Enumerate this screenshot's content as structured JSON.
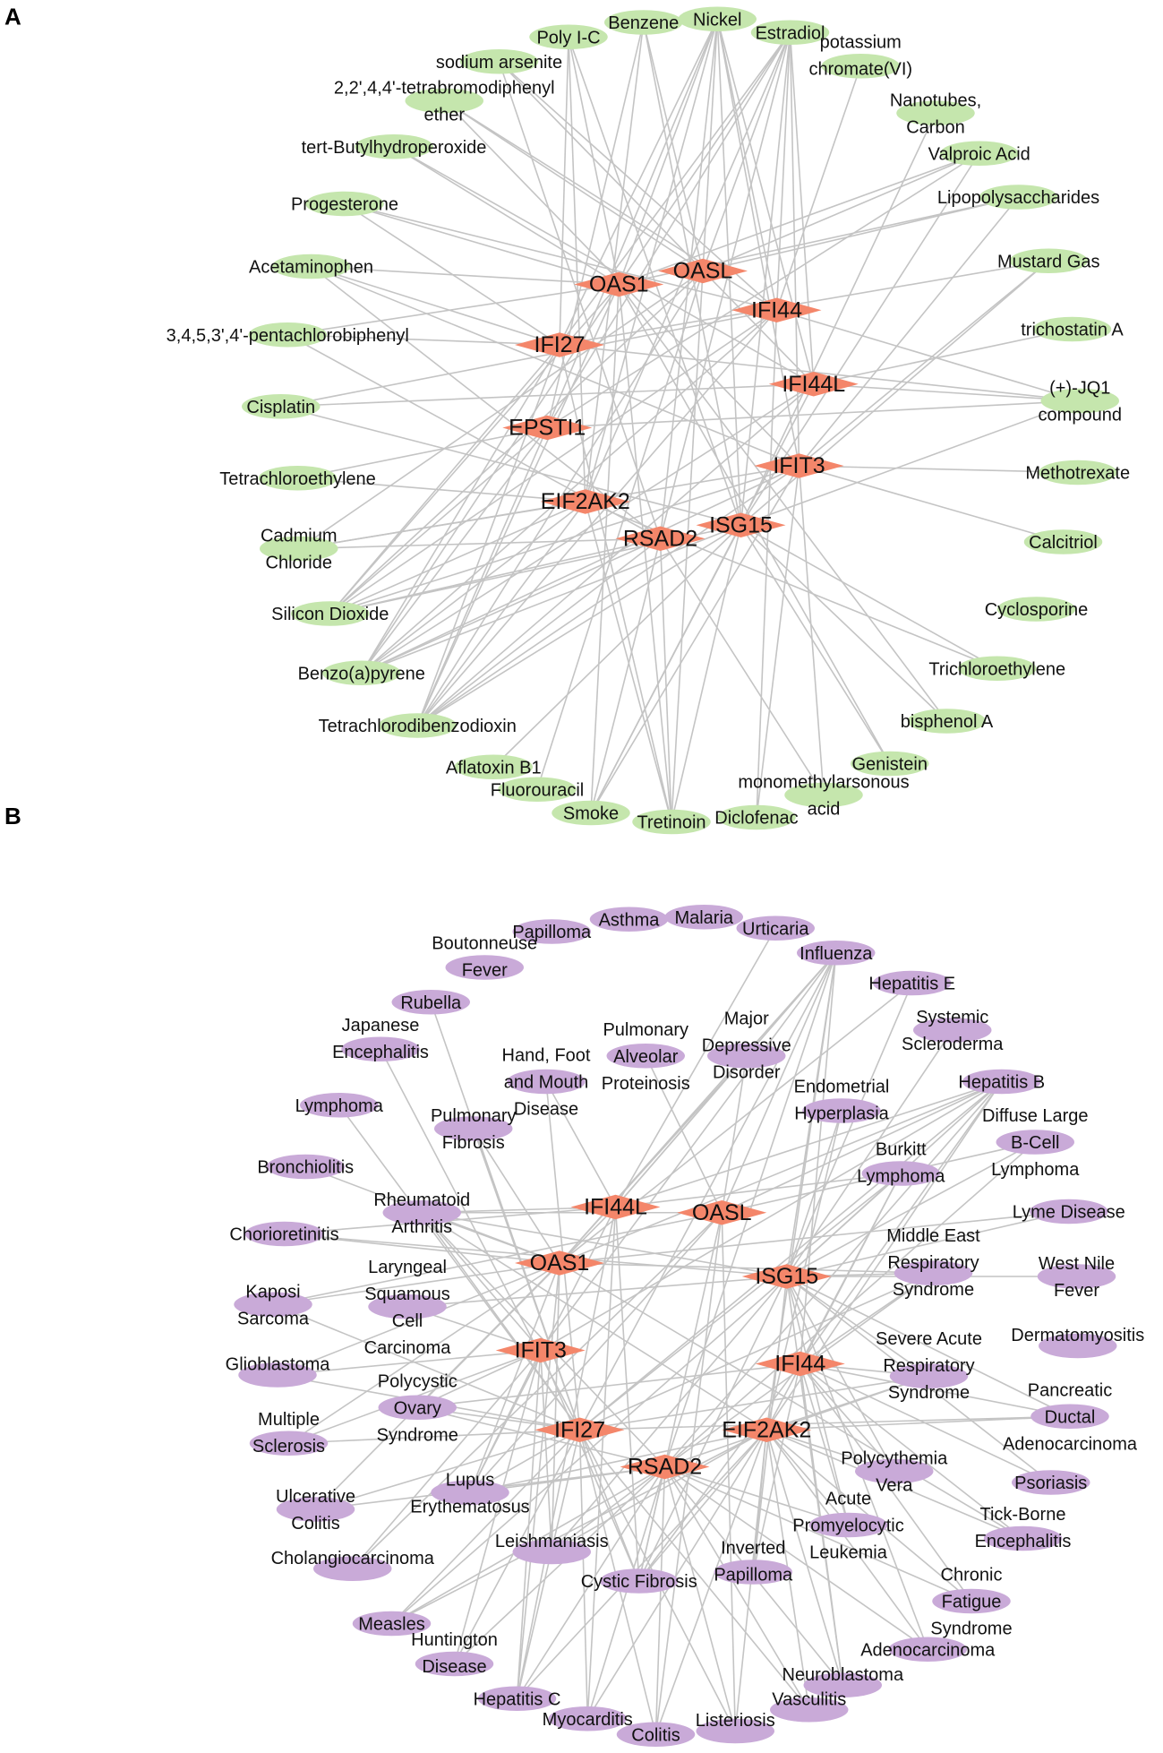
{
  "panels": [
    {
      "id": "A",
      "label": "A",
      "colors": {
        "hub": "#f4866a",
        "peripheral": "#c5e6ad",
        "edge": "#c4c4c4"
      },
      "hubs": [
        "OAS1",
        "OASL",
        "IFI44",
        "IFI27",
        "IFI44L",
        "EPSTI1",
        "IFIT3",
        "EIF2AK2",
        "ISG15",
        "RSAD2"
      ],
      "peripherals": [
        {
          "key": "poly",
          "text": [
            "Poly I-C"
          ]
        },
        {
          "key": "benzene",
          "text": [
            "Benzene"
          ]
        },
        {
          "key": "nickel",
          "text": [
            "Nickel"
          ]
        },
        {
          "key": "estradiol",
          "text": [
            "Estradiol"
          ]
        },
        {
          "key": "arsenite",
          "text": [
            "sodium arsenite"
          ]
        },
        {
          "key": "tbde",
          "text": [
            "2,2',4,4'-tetrabromodiphenyl",
            "ether"
          ]
        },
        {
          "key": "chromate",
          "text": [
            "potassium",
            "chromate(VI)"
          ]
        },
        {
          "key": "nanotubes",
          "text": [
            "Nanotubes,",
            "Carbon"
          ]
        },
        {
          "key": "tbhp",
          "text": [
            "tert-Butylhydroperoxide"
          ]
        },
        {
          "key": "valproic",
          "text": [
            "Valproic Acid"
          ]
        },
        {
          "key": "progesterone",
          "text": [
            "Progesterone"
          ]
        },
        {
          "key": "lps",
          "text": [
            "Lipopolysaccharides"
          ]
        },
        {
          "key": "mustard",
          "text": [
            "Mustard Gas"
          ]
        },
        {
          "key": "acetaminophen",
          "text": [
            "Acetaminophen"
          ]
        },
        {
          "key": "pcb",
          "text": [
            "3,4,5,3',4'-pentachlorobiphenyl"
          ]
        },
        {
          "key": "tsa",
          "text": [
            "trichostatin A"
          ]
        },
        {
          "key": "jq1",
          "text": [
            "(+)-JQ1",
            "compound"
          ]
        },
        {
          "key": "cisplatin",
          "text": [
            "Cisplatin"
          ]
        },
        {
          "key": "tetrachloroethylene",
          "text": [
            "Tetrachloroethylene"
          ]
        },
        {
          "key": "methotrexate",
          "text": [
            "Methotrexate"
          ]
        },
        {
          "key": "cadmium",
          "text": [
            "Cadmium",
            "Chloride"
          ]
        },
        {
          "key": "calcitriol",
          "text": [
            "Calcitriol"
          ]
        },
        {
          "key": "silicon",
          "text": [
            "Silicon Dioxide"
          ]
        },
        {
          "key": "cyclosporine",
          "text": [
            "Cyclosporine"
          ]
        },
        {
          "key": "benzopyrene",
          "text": [
            "Benzo(a)pyrene"
          ]
        },
        {
          "key": "tce",
          "text": [
            "Trichloroethylene"
          ]
        },
        {
          "key": "tcdd",
          "text": [
            "Tetrachlorodibenzodioxin"
          ]
        },
        {
          "key": "bpa",
          "text": [
            "bisphenol A"
          ]
        },
        {
          "key": "aflatoxin",
          "text": [
            "Aflatoxin B1"
          ]
        },
        {
          "key": "genistein",
          "text": [
            "Genistein"
          ]
        },
        {
          "key": "fluorouracil",
          "text": [
            "Fluorouracil"
          ]
        },
        {
          "key": "mma",
          "text": [
            "monomethylarsonous",
            "acid"
          ]
        },
        {
          "key": "smoke",
          "text": [
            "Smoke"
          ]
        },
        {
          "key": "tretinoin",
          "text": [
            "Tretinoin"
          ]
        },
        {
          "key": "diclofenac",
          "text": [
            "Diclofenac"
          ]
        }
      ]
    },
    {
      "id": "B",
      "label": "B",
      "colors": {
        "hub": "#f4866a",
        "peripheral": "#c9aad8",
        "edge": "#c4c4c4"
      },
      "hubs": [
        "IFI44L",
        "OASL",
        "OAS1",
        "ISG15",
        "IFIT3",
        "IFI44",
        "IFI27",
        "EIF2AK2",
        "RSAD2"
      ],
      "peripherals": [
        {
          "key": "asthma",
          "text": [
            "Asthma"
          ]
        },
        {
          "key": "malaria",
          "text": [
            "Malaria"
          ]
        },
        {
          "key": "papilloma",
          "text": [
            "Papilloma"
          ]
        },
        {
          "key": "urticaria",
          "text": [
            "Urticaria"
          ]
        },
        {
          "key": "boutonneuse",
          "text": [
            "Boutonneuse",
            "Fever"
          ]
        },
        {
          "key": "influenza",
          "text": [
            "Influenza"
          ]
        },
        {
          "key": "hepE",
          "text": [
            "Hepatitis E"
          ]
        },
        {
          "key": "rubella",
          "text": [
            "Rubella"
          ]
        },
        {
          "key": "scleroderma",
          "text": [
            "Systemic",
            "Scleroderma"
          ]
        },
        {
          "key": "jenceph",
          "text": [
            "Japanese",
            "Encephalitis"
          ]
        },
        {
          "key": "pap",
          "text": [
            "Pulmonary",
            "Alveolar",
            "Proteinosis"
          ]
        },
        {
          "key": "mdd",
          "text": [
            "Major",
            "Depressive",
            "Disorder"
          ]
        },
        {
          "key": "hfmd",
          "text": [
            "Hand, Foot",
            "and Mouth",
            "Disease"
          ]
        },
        {
          "key": "hepB",
          "text": [
            "Hepatitis B"
          ]
        },
        {
          "key": "endometrial",
          "text": [
            "Endometrial",
            "Hyperplasia"
          ]
        },
        {
          "key": "lymphoma",
          "text": [
            "Lymphoma"
          ]
        },
        {
          "key": "dlbcl",
          "text": [
            "Diffuse Large",
            "B-Cell",
            "Lymphoma"
          ]
        },
        {
          "key": "pfib",
          "text": [
            "Pulmonary",
            "Fibrosis"
          ]
        },
        {
          "key": "burkitt",
          "text": [
            "Burkitt",
            "Lymphoma"
          ]
        },
        {
          "key": "bronchiolitis",
          "text": [
            "Bronchiolitis"
          ]
        },
        {
          "key": "ra",
          "text": [
            "Rheumatoid",
            "Arthritis"
          ]
        },
        {
          "key": "lyme",
          "text": [
            "Lyme Disease"
          ]
        },
        {
          "key": "chorio",
          "text": [
            "Chorioretinitis"
          ]
        },
        {
          "key": "mers",
          "text": [
            "Middle East",
            "Respiratory",
            "Syndrome"
          ]
        },
        {
          "key": "wnf",
          "text": [
            "West Nile",
            "Fever"
          ]
        },
        {
          "key": "kaposi",
          "text": [
            "Kaposi",
            "Sarcoma"
          ]
        },
        {
          "key": "lscc",
          "text": [
            "Laryngeal",
            "Squamous",
            "Cell",
            "Carcinoma"
          ]
        },
        {
          "key": "dermato",
          "text": [
            "Dermatomyositis"
          ]
        },
        {
          "key": "sars",
          "text": [
            "Severe Acute",
            "Respiratory",
            "Syndrome"
          ]
        },
        {
          "key": "glioblastoma",
          "text": [
            "Glioblastoma"
          ]
        },
        {
          "key": "pcos",
          "text": [
            "Polycystic",
            "Ovary",
            "Syndrome"
          ]
        },
        {
          "key": "pda",
          "text": [
            "Pancreatic",
            "Ductal",
            "Adenocarcinoma"
          ]
        },
        {
          "key": "ms",
          "text": [
            "Multiple",
            "Sclerosis"
          ]
        },
        {
          "key": "polyvera",
          "text": [
            "Polycythemia",
            "Vera"
          ]
        },
        {
          "key": "psoriasis",
          "text": [
            "Psoriasis"
          ]
        },
        {
          "key": "uc",
          "text": [
            "Ulcerative",
            "Colitis"
          ]
        },
        {
          "key": "lupus",
          "text": [
            "Lupus",
            "Erythematosus"
          ]
        },
        {
          "key": "apl",
          "text": [
            "Acute",
            "Promyelocytic",
            "Leukemia"
          ]
        },
        {
          "key": "tbe",
          "text": [
            "Tick-Borne",
            "Encephalitis"
          ]
        },
        {
          "key": "cholangio",
          "text": [
            "Cholangiocarcinoma"
          ]
        },
        {
          "key": "leish",
          "text": [
            "Leishmaniasis"
          ]
        },
        {
          "key": "invpap",
          "text": [
            "Inverted",
            "Papilloma"
          ]
        },
        {
          "key": "cfs",
          "text": [
            "Chronic",
            "Fatigue",
            "Syndrome"
          ]
        },
        {
          "key": "cf",
          "text": [
            "Cystic Fibrosis"
          ]
        },
        {
          "key": "measles",
          "text": [
            "Measles"
          ]
        },
        {
          "key": "adenocarcinoma",
          "text": [
            "Adenocarcinoma"
          ]
        },
        {
          "key": "huntington",
          "text": [
            "Huntington",
            "Disease"
          ]
        },
        {
          "key": "neuroblastoma",
          "text": [
            "Neuroblastoma"
          ]
        },
        {
          "key": "hepC",
          "text": [
            "Hepatitis C"
          ]
        },
        {
          "key": "vasculitis",
          "text": [
            "Vasculitis"
          ]
        },
        {
          "key": "myocarditis",
          "text": [
            "Myocarditis"
          ]
        },
        {
          "key": "colitis",
          "text": [
            "Colitis"
          ]
        },
        {
          "key": "listeriosis",
          "text": [
            "Listeriosis"
          ]
        }
      ]
    }
  ]
}
